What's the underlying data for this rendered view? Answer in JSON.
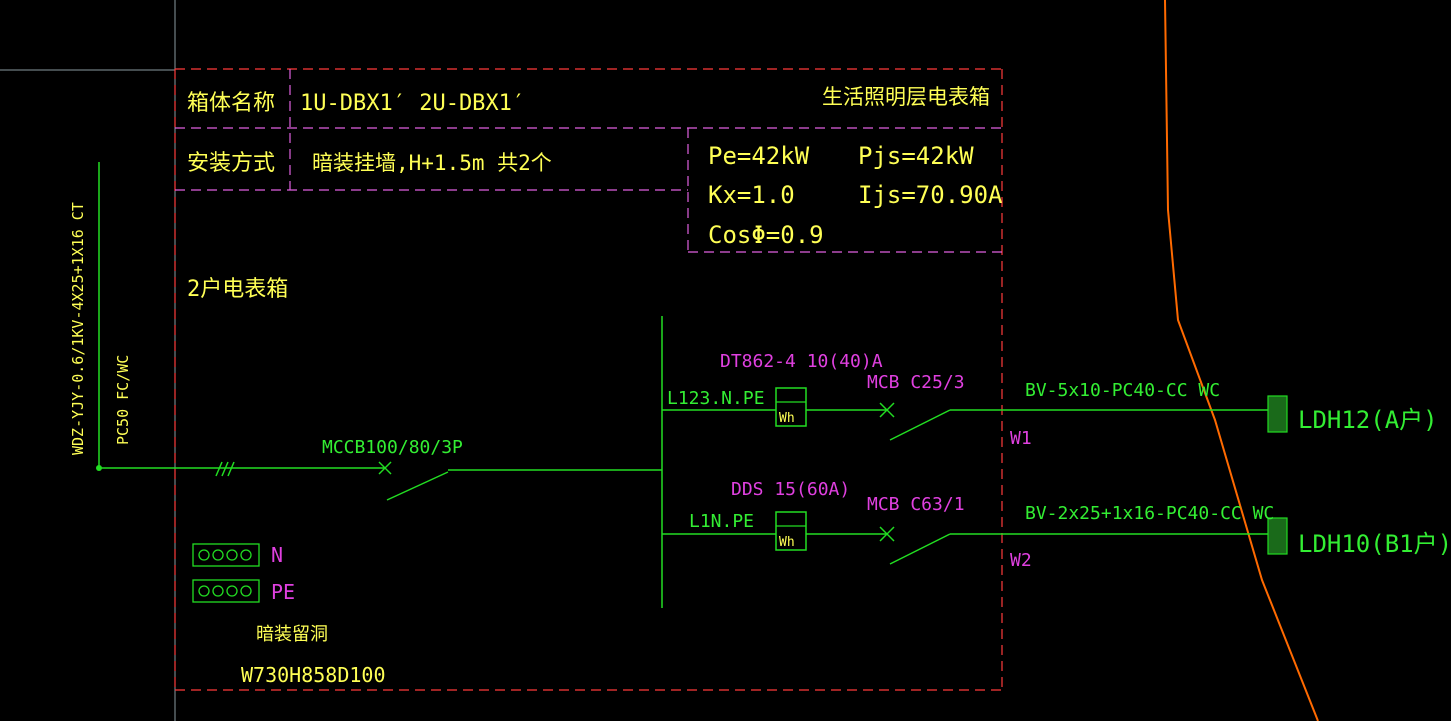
{
  "colors": {
    "background": "#000000",
    "frame": "#ff3b3b",
    "table_divider": "#e060e0",
    "text_yellow": "#ffff55",
    "text_magenta": "#e040e0",
    "wire_green": "#22dd22",
    "text_green": "#33ee33",
    "boundary_orange": "#ff6a00",
    "grid_line": "#8a9aa0"
  },
  "header": {
    "box_name_label": "箱体名称",
    "box_name_value": "1U-DBX1′ 2U-DBX1′",
    "box_title": "生活照明层电表箱",
    "install_label": "安装方式",
    "install_value": "暗装挂墙,H+1.5m 共2个"
  },
  "params": {
    "pe": "Pe=42kW",
    "pjs": "Pjs=42kW",
    "kx": "Kx=1.0",
    "ijs": "Ijs=70.90A",
    "cos": "CosΦ=0.9"
  },
  "box_subtitle": "2户电表箱",
  "incoming": {
    "cable_spec": "WDZ-YJY-0.6/1KV-4X25+1X16 CT",
    "conduit": "PC50 FC/WC",
    "main_breaker": "MCCB100/80/3P"
  },
  "circuits": [
    {
      "phase": "L123.N.PE",
      "meter_model": "DT862-4 10(40)A",
      "meter_symbol": "Wh",
      "breaker": "MCB C25/3",
      "cable": "BV-5x10-PC40-CC WC",
      "circuit_id": "W1",
      "destination": "LDH12(A户)"
    },
    {
      "phase": "L1N.PE",
      "meter_model": "DDS 15(60A)",
      "meter_symbol": "Wh",
      "breaker": "MCB C63/1",
      "cable": "BV-2x25+1x16-PC40-CC WC",
      "circuit_id": "W2",
      "destination": "LDH10(B1户)"
    }
  ],
  "terminals": {
    "n_label": "N",
    "pe_label": "PE"
  },
  "recess": {
    "label": "暗装留洞",
    "size": "W730H858D100"
  }
}
